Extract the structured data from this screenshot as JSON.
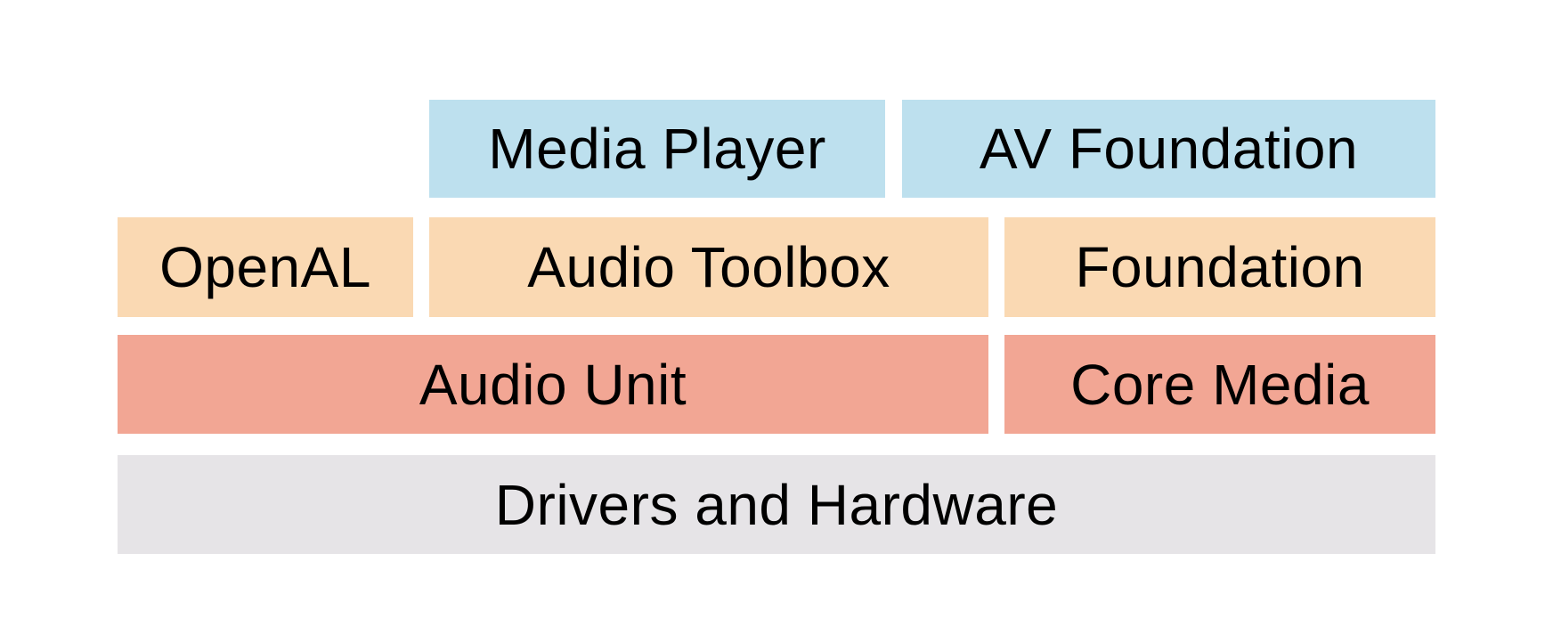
{
  "colors": {
    "background": "#FFFFFF",
    "text": "#000000",
    "top_layer": "#BDE0EE",
    "mid_layer": "#FAD9B3",
    "core_layer": "#F2A694",
    "hardware_layer": "#E6E4E7"
  },
  "stack": {
    "rows": [
      {
        "level": "high-level-frameworks",
        "boxes": [
          {
            "label": "Media Player"
          },
          {
            "label": "AV Foundation"
          }
        ]
      },
      {
        "level": "mid-level-frameworks",
        "boxes": [
          {
            "label": "OpenAL"
          },
          {
            "label": "Audio Toolbox"
          },
          {
            "label": "Foundation"
          }
        ]
      },
      {
        "level": "low-level-frameworks",
        "boxes": [
          {
            "label": "Audio Unit"
          },
          {
            "label": "Core Media"
          }
        ]
      },
      {
        "level": "hardware-layer",
        "boxes": [
          {
            "label": "Drivers and Hardware"
          }
        ]
      }
    ]
  }
}
